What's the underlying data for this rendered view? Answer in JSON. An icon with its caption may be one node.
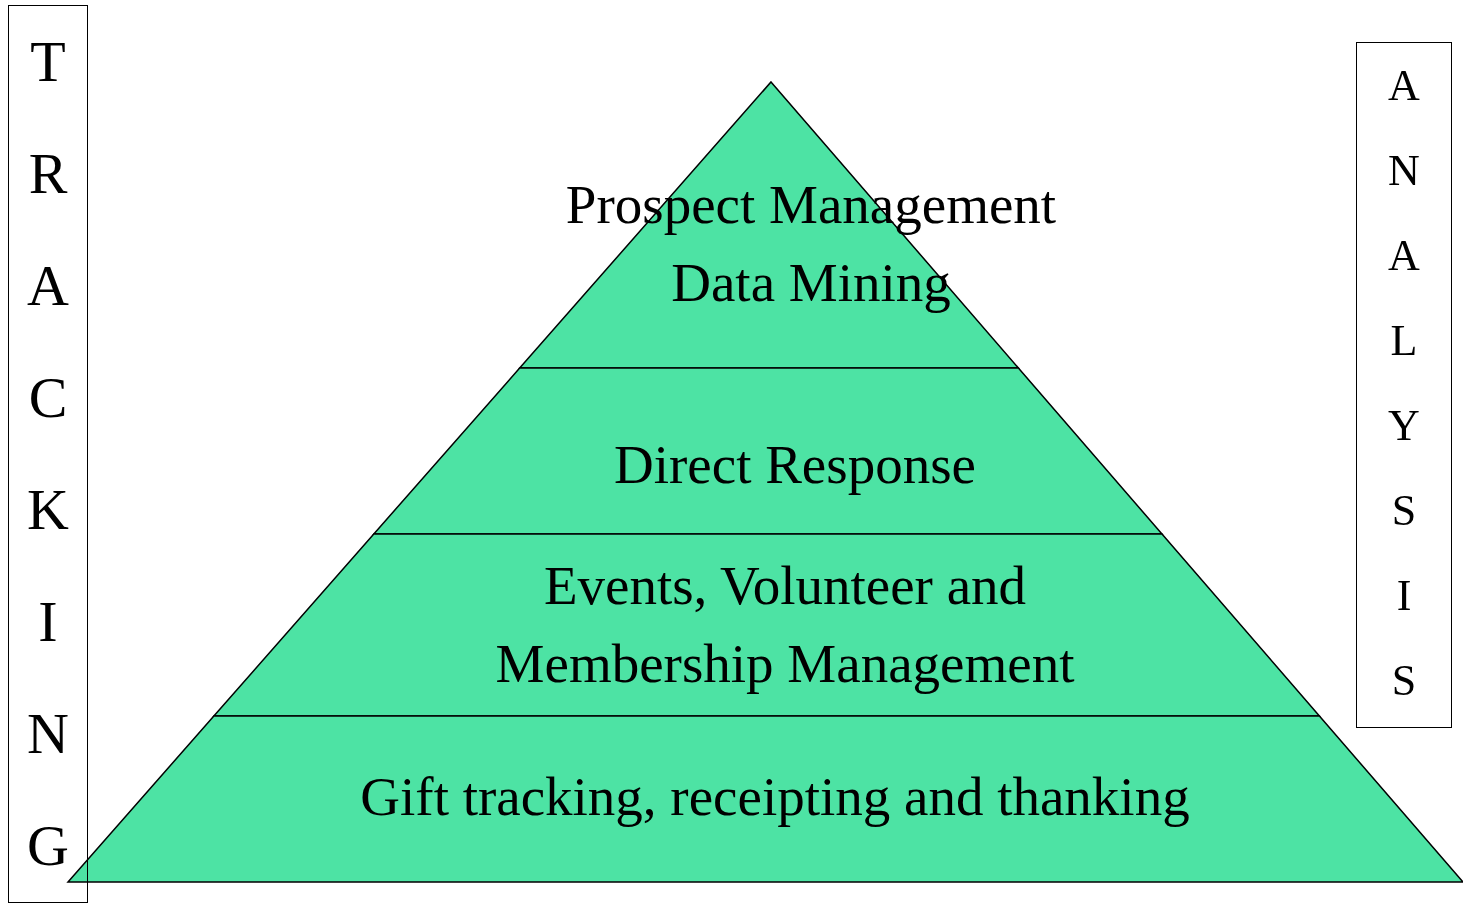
{
  "diagram": {
    "nodes": [
      {
        "text": [
          "TRACKING"
        ]
      },
      {
        "text": [
          "Prospect Management Data Mining"
        ]
      },
      {
        "text": [
          "Direct Response"
        ]
      },
      {
        "text": [
          "Events, Volunteer and Membership Management"
        ]
      },
      {
        "text": [
          "Gift tracking, receipting and thanking"
        ]
      },
      {
        "text": [
          "ANALYSIS"
        ]
      }
    ],
    "edges": []
  }
}
